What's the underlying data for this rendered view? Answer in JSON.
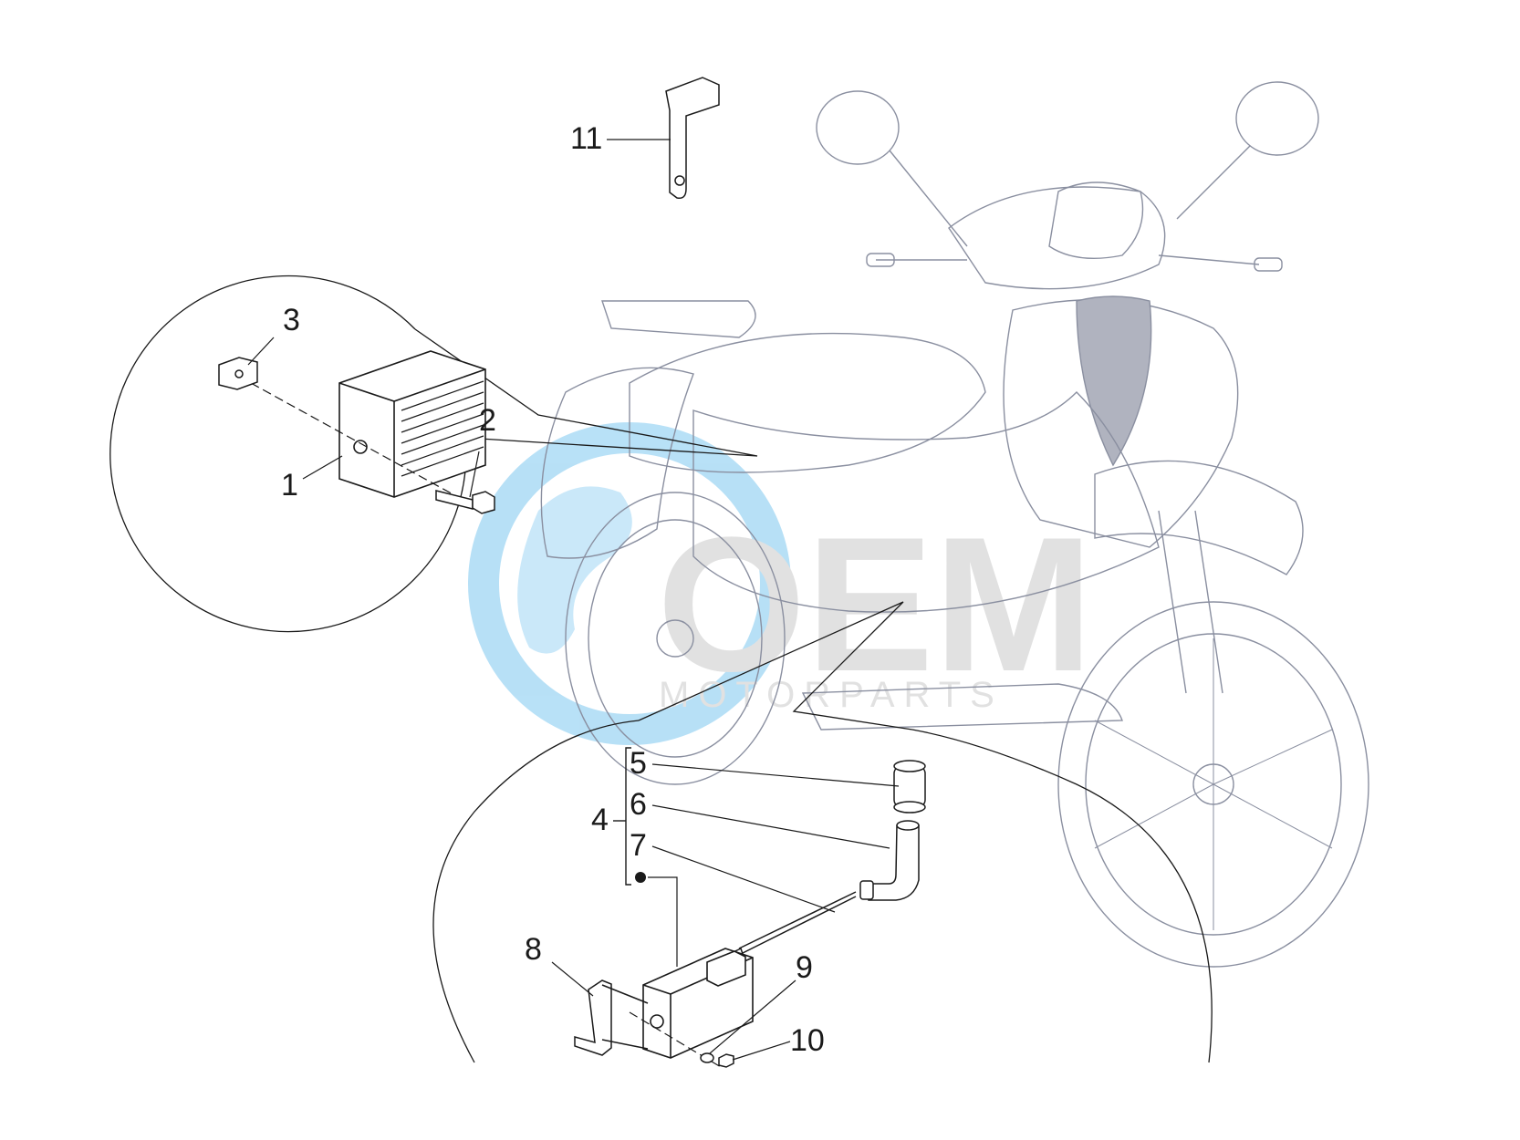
{
  "watermark": {
    "brand": "OEM",
    "subtitle": "MOTORPARTS",
    "colors": {
      "globe": "#7ec8f0",
      "brand_fill": "#c9c9c9",
      "brand_blue": "#6fb6e8"
    }
  },
  "callouts": [
    {
      "id": "1",
      "label": "1"
    },
    {
      "id": "2",
      "label": "2"
    },
    {
      "id": "3",
      "label": "3"
    },
    {
      "id": "4",
      "label": "4"
    },
    {
      "id": "5",
      "label": "5"
    },
    {
      "id": "6",
      "label": "6"
    },
    {
      "id": "7",
      "label": "7"
    },
    {
      "id": "8",
      "label": "8"
    },
    {
      "id": "9",
      "label": "9"
    },
    {
      "id": "10",
      "label": "10"
    },
    {
      "id": "11",
      "label": "11"
    }
  ],
  "colors": {
    "line_art": "#1a1a1a",
    "vehicle_outline": "#8a8fa0",
    "background": "#ffffff"
  }
}
